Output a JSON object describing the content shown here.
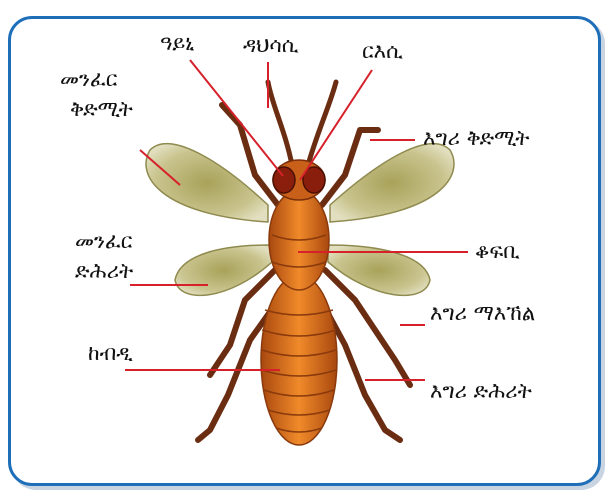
{
  "labels": {
    "eye": "ዓይኒ",
    "antenna": "ዳህሳሲ",
    "head": "ርእሲ",
    "fore_wing_line1": "መንፈር",
    "fore_wing_line2": "ቅድሚት",
    "fore_leg": "እግሪ ቅድሚት",
    "hind_wing_line1": "መንፈር",
    "hind_wing_line2": "ድሕሪት",
    "thorax": "ቆፍቢ",
    "middle_leg": "እግሪ ማእኸል",
    "abdomen": "ከብዲ",
    "hind_leg": "እግሪ ድሕሪት"
  },
  "colors": {
    "frame": "#1f6fb8",
    "pointer": "#d6202a",
    "wing": "#b9b26a",
    "body": "#d9761f",
    "leg": "#6b2d12"
  }
}
